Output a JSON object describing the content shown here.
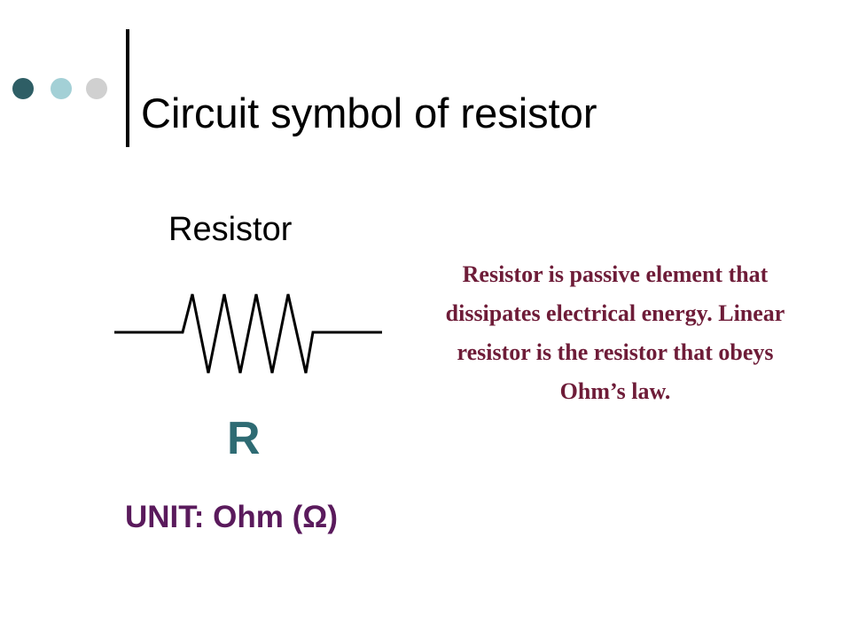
{
  "slide": {
    "title": "Circuit symbol of resistor",
    "resistor_label": "Resistor",
    "symbol_letter": "R",
    "unit_label": "UNIT: Ohm (Ω)",
    "description": "Resistor is passive element that dissipates electrical energy. Linear resistor is the resistor that obeys Ohm’s law."
  },
  "decoration": {
    "dots": [
      {
        "name": "dot-dark",
        "color": "#2e5e65"
      },
      {
        "name": "dot-light-teal",
        "color": "#a3d0d6"
      },
      {
        "name": "dot-gray",
        "color": "#d0d0d0"
      }
    ],
    "title_bar_color": "#000000"
  },
  "colors": {
    "symbol_letter": "#2e6b73",
    "unit_label": "#5a1a5c",
    "description": "#6e1c38"
  }
}
